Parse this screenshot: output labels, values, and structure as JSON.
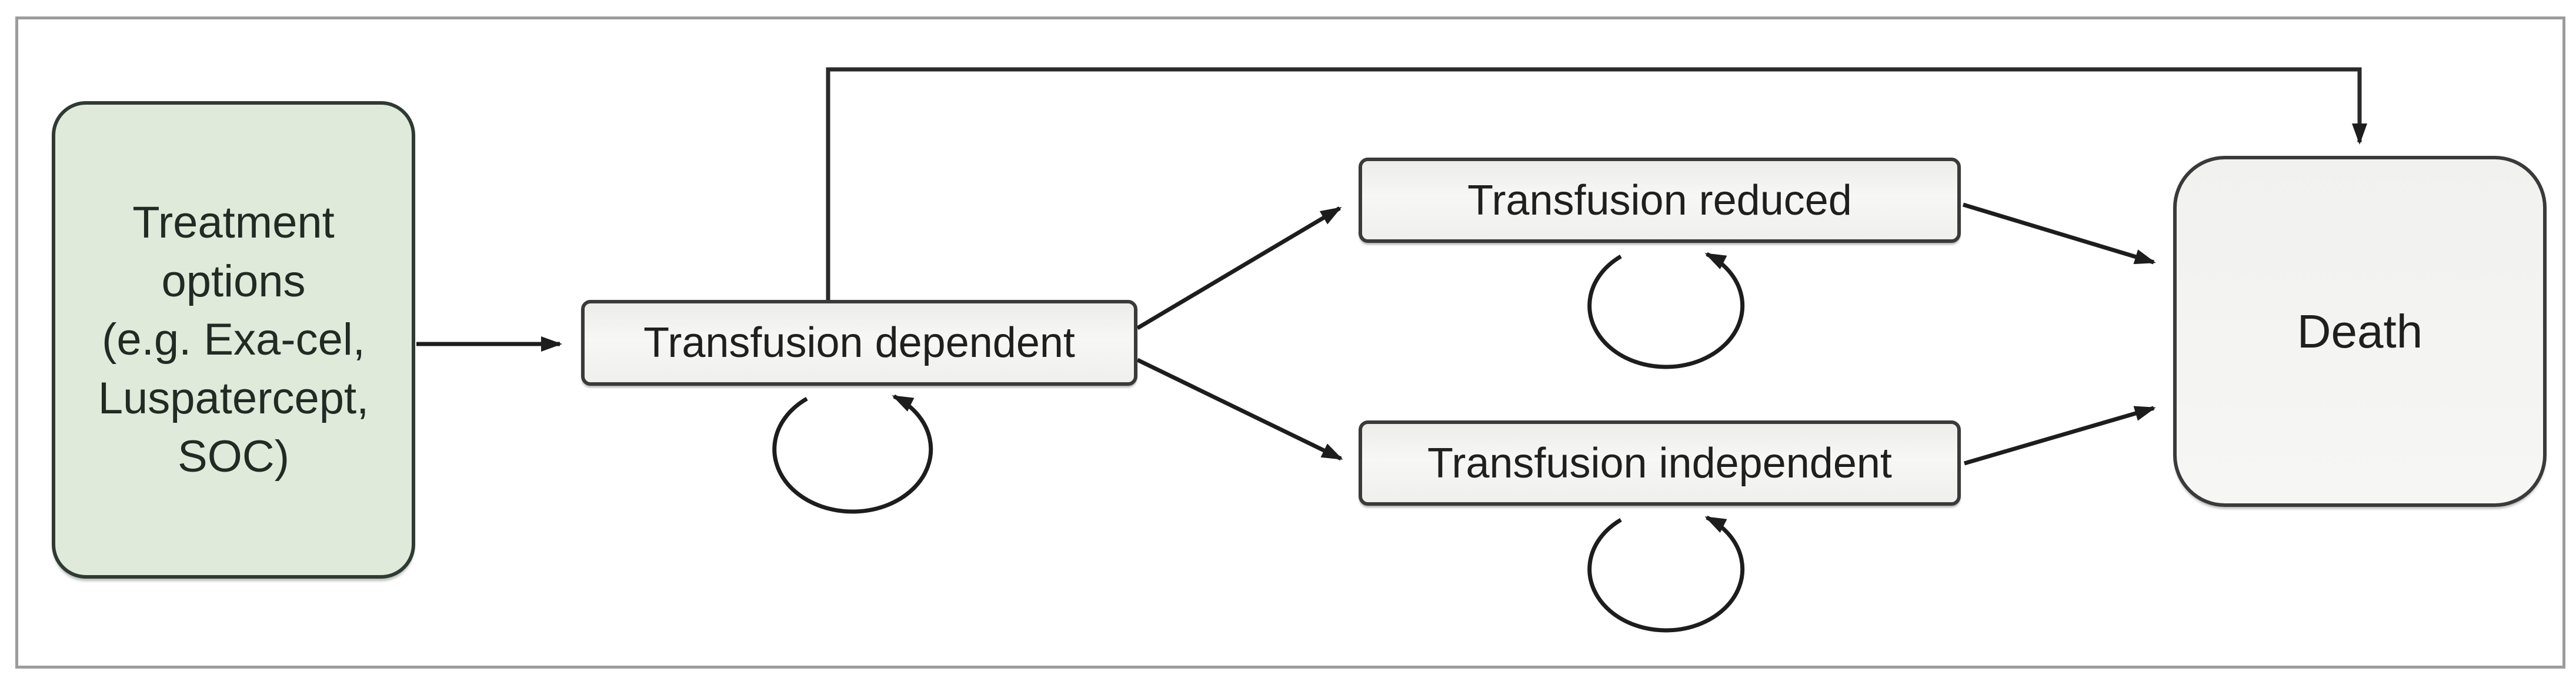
{
  "diagram": {
    "type": "state-transition-model",
    "description_nodes_count": 5
  },
  "nodes": {
    "treatment": {
      "lines": [
        "Treatment",
        "options",
        "(e.g. Exa-cel,",
        "Luspatercept,",
        "SOC)"
      ]
    },
    "dependent": {
      "label": "Transfusion dependent"
    },
    "reduced": {
      "label": "Transfusion reduced"
    },
    "independent": {
      "label": "Transfusion independent"
    },
    "death": {
      "label": "Death"
    }
  },
  "edges": [
    {
      "from": "treatment-options",
      "to": "transfusion-dependent",
      "style": "straight-arrow"
    },
    {
      "from": "transfusion-dependent",
      "to": "transfusion-reduced",
      "style": "straight-arrow"
    },
    {
      "from": "transfusion-dependent",
      "to": "transfusion-independent",
      "style": "straight-arrow"
    },
    {
      "from": "transfusion-dependent",
      "to": "death",
      "style": "elbow-arrow-over-top"
    },
    {
      "from": "transfusion-reduced",
      "to": "death",
      "style": "straight-arrow"
    },
    {
      "from": "transfusion-independent",
      "to": "death",
      "style": "straight-arrow"
    },
    {
      "from": "transfusion-dependent",
      "to": "transfusion-dependent",
      "style": "self-loop"
    },
    {
      "from": "transfusion-reduced",
      "to": "transfusion-reduced",
      "style": "self-loop"
    },
    {
      "from": "transfusion-independent",
      "to": "transfusion-independent",
      "style": "self-loop"
    }
  ],
  "colors": {
    "background": "#ffffff",
    "frame_border": "#9c9c9c",
    "treatment_fill": "#dfeadb",
    "treatment_border": "#2f3a31",
    "state_fill": "#f2f2f0",
    "state_border": "#3a3a3a",
    "arrow": "#1d1d1d",
    "text": "#1f1f1f"
  }
}
